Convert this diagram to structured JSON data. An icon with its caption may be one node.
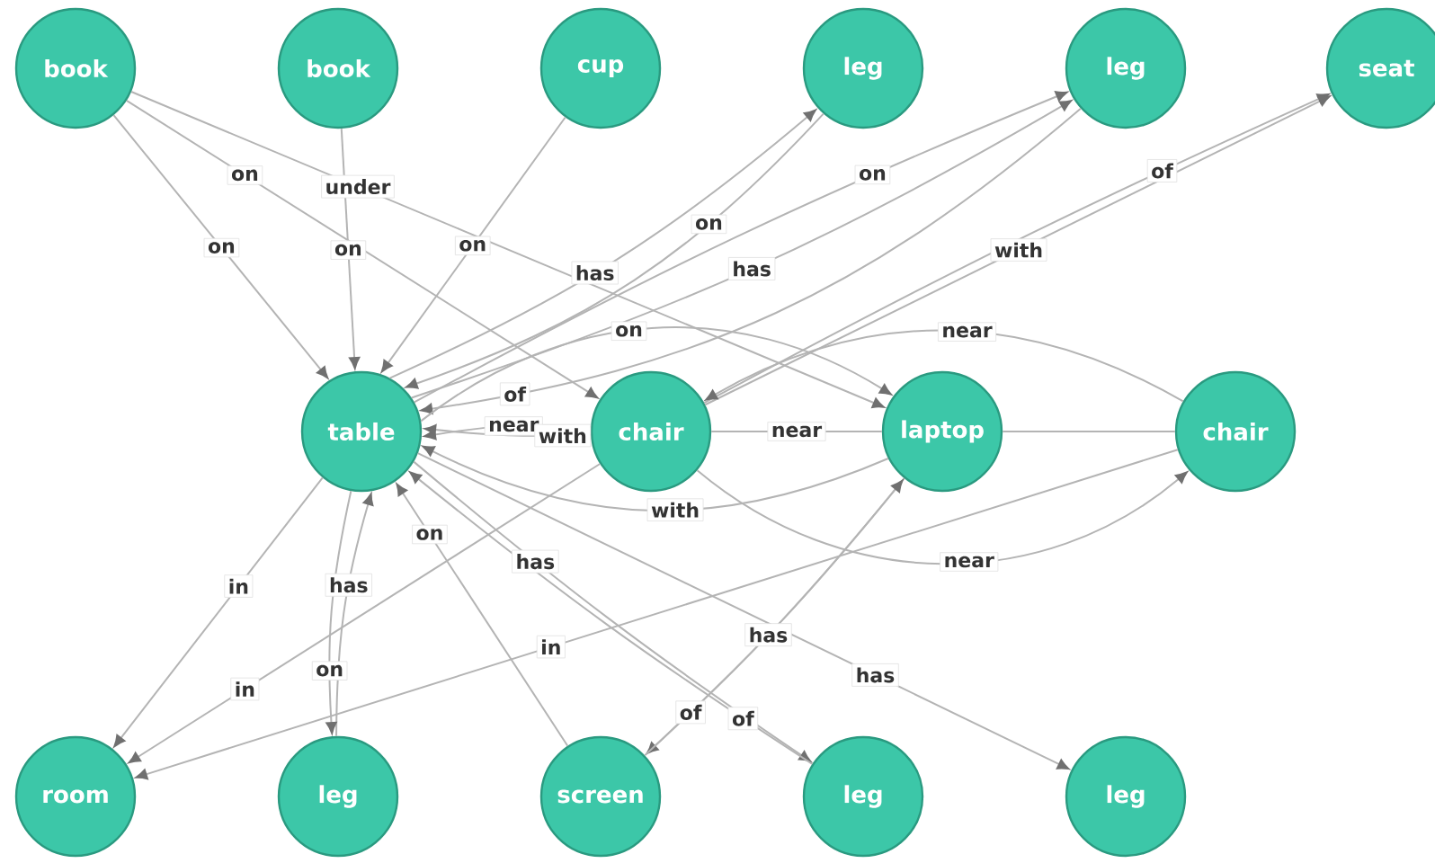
{
  "diagram": {
    "nodes": [
      {
        "text": [
          "book"
        ]
      },
      {
        "text": [
          "book"
        ]
      },
      {
        "text": [
          "cup"
        ]
      },
      {
        "text": [
          "leg"
        ]
      },
      {
        "text": [
          "leg"
        ]
      },
      {
        "text": [
          "seat"
        ]
      },
      {
        "text": [
          "table"
        ]
      },
      {
        "text": [
          "chair"
        ]
      },
      {
        "text": [
          "laptop"
        ]
      },
      {
        "text": [
          "chair"
        ]
      },
      {
        "text": [
          "room"
        ]
      },
      {
        "text": [
          "leg"
        ]
      },
      {
        "text": [
          "screen"
        ]
      },
      {
        "text": [
          "leg"
        ]
      },
      {
        "text": [
          "leg"
        ]
      }
    ],
    "edges": [
      {
        "from": 0,
        "to": 6,
        "arrow": "to",
        "label": "on"
      },
      {
        "from": 0,
        "to": 7,
        "arrow": "to",
        "label": "on"
      },
      {
        "from": 0,
        "to": 8,
        "arrow": "to",
        "label": "under"
      },
      {
        "from": 1,
        "to": 6,
        "arrow": "to",
        "label": "on"
      },
      {
        "from": 2,
        "to": 6,
        "arrow": "to",
        "label": "on"
      },
      {
        "from": 6,
        "to": 3,
        "arrow": "to",
        "label": "has"
      },
      {
        "from": 3,
        "to": 6,
        "arrow": "to",
        "label": "on"
      },
      {
        "from": 6,
        "to": 4,
        "arrow": "to",
        "label": "has"
      },
      {
        "from": 6,
        "to": 4,
        "arrow": "to",
        "label": "on"
      },
      {
        "from": 7,
        "to": 5,
        "arrow": "to",
        "label": "with"
      },
      {
        "from": 7,
        "to": 5,
        "arrow": "to",
        "label": "of"
      },
      {
        "from": 4,
        "to": 6,
        "arrow": "to",
        "label": "of"
      },
      {
        "from": 6,
        "to": 8,
        "arrow": "to",
        "label": "on"
      },
      {
        "from": 9,
        "to": 7,
        "arrow": "to",
        "label": "near"
      },
      {
        "from": 7,
        "to": 6,
        "arrow": "to",
        "label": "near"
      },
      {
        "from": 7,
        "to": 6,
        "arrow": "to",
        "label": "with"
      },
      {
        "from": 7,
        "to": 8,
        "arrow": "none",
        "label": "near"
      },
      {
        "from": 8,
        "to": 9,
        "arrow": "none"
      },
      {
        "from": 7,
        "to": 9,
        "arrow": "to",
        "label": "near"
      },
      {
        "from": 8,
        "to": 6,
        "arrow": "to",
        "label": "with"
      },
      {
        "from": 9,
        "to": 10,
        "arrow": "to",
        "label": "in"
      },
      {
        "from": 8,
        "to": 12,
        "arrow": "to",
        "label": "of"
      },
      {
        "from": 12,
        "to": 8,
        "arrow": "to",
        "label": "has"
      },
      {
        "from": 6,
        "to": 13,
        "arrow": "to",
        "label": "has"
      },
      {
        "from": 13,
        "to": 6,
        "arrow": "to",
        "label": "of"
      },
      {
        "from": 6,
        "to": 14,
        "arrow": "to",
        "label": "has"
      },
      {
        "from": 12,
        "to": 6,
        "arrow": "to",
        "label": "on"
      },
      {
        "from": 6,
        "to": 10,
        "arrow": "to",
        "label": "in"
      },
      {
        "from": 7,
        "to": 10,
        "arrow": "to",
        "label": "in"
      },
      {
        "from": 11,
        "to": 6,
        "arrow": "to",
        "label": "has"
      },
      {
        "from": 6,
        "to": 11,
        "arrow": "to",
        "label": "on"
      }
    ]
  }
}
